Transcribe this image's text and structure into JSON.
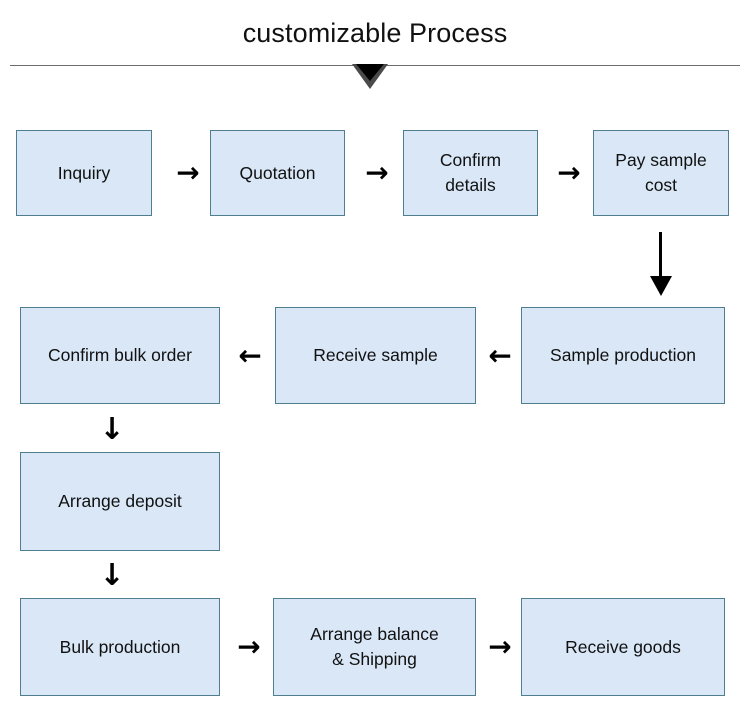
{
  "header": {
    "title": "customizable Process",
    "divider": "horizontal-rule",
    "marker": "down-triangle-marker"
  },
  "theme": {
    "box_fill": "#d9e7f7",
    "box_border": "#4f7f8f",
    "text_color": "#111111",
    "arrow_color": "#000000",
    "background": "#ffffff"
  },
  "flow": {
    "rows": [
      {
        "id": "row-1",
        "direction": "left-to-right",
        "steps": [
          {
            "label": "Inquiry"
          },
          {
            "label": "Quotation"
          },
          {
            "label": "Confirm\ndetails"
          },
          {
            "label": "Pay sample\ncost"
          }
        ],
        "connectors": [
          "→",
          "→",
          "→"
        ]
      },
      {
        "id": "row-2",
        "direction": "right-to-left",
        "steps": [
          {
            "label": "Confirm bulk order"
          },
          {
            "label": "Receive sample"
          },
          {
            "label": "Sample production"
          }
        ],
        "connectors": [
          "←",
          "←"
        ]
      },
      {
        "id": "row-3",
        "direction": "single",
        "steps": [
          {
            "label": "Arrange deposit"
          }
        ],
        "connectors": []
      },
      {
        "id": "row-4",
        "direction": "left-to-right",
        "steps": [
          {
            "label": "Bulk production"
          },
          {
            "label": "Arrange balance\n&  Shipping"
          },
          {
            "label": "Receive goods"
          }
        ],
        "connectors": [
          "→",
          "→"
        ]
      }
    ],
    "vertical_connectors": [
      {
        "id": "row1-to-row2",
        "glyph": "long-down-arrow"
      },
      {
        "id": "row2-to-row3",
        "glyph": "↓"
      },
      {
        "id": "row3-to-row4",
        "glyph": "↓"
      }
    ]
  }
}
